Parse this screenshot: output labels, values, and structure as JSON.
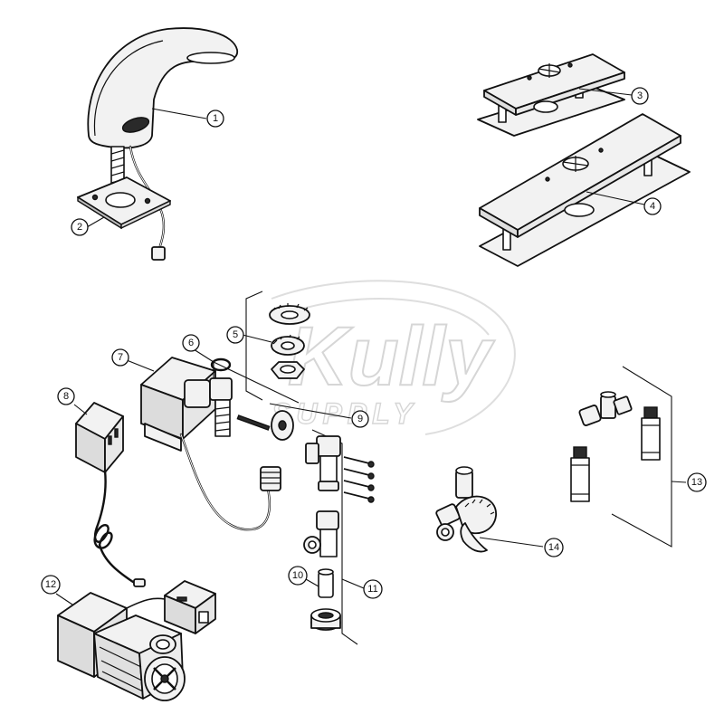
{
  "watermark": {
    "brand": "Kully",
    "sub": "SUPPLY"
  },
  "callouts": [
    "1",
    "2",
    "3",
    "4",
    "5",
    "6",
    "7",
    "8",
    "9",
    "10",
    "11",
    "12",
    "13",
    "14"
  ],
  "colors": {
    "ink": "#111111",
    "fill": "#f2f2f2",
    "paper": "#ffffff",
    "watermark": "#c9c9c9"
  }
}
